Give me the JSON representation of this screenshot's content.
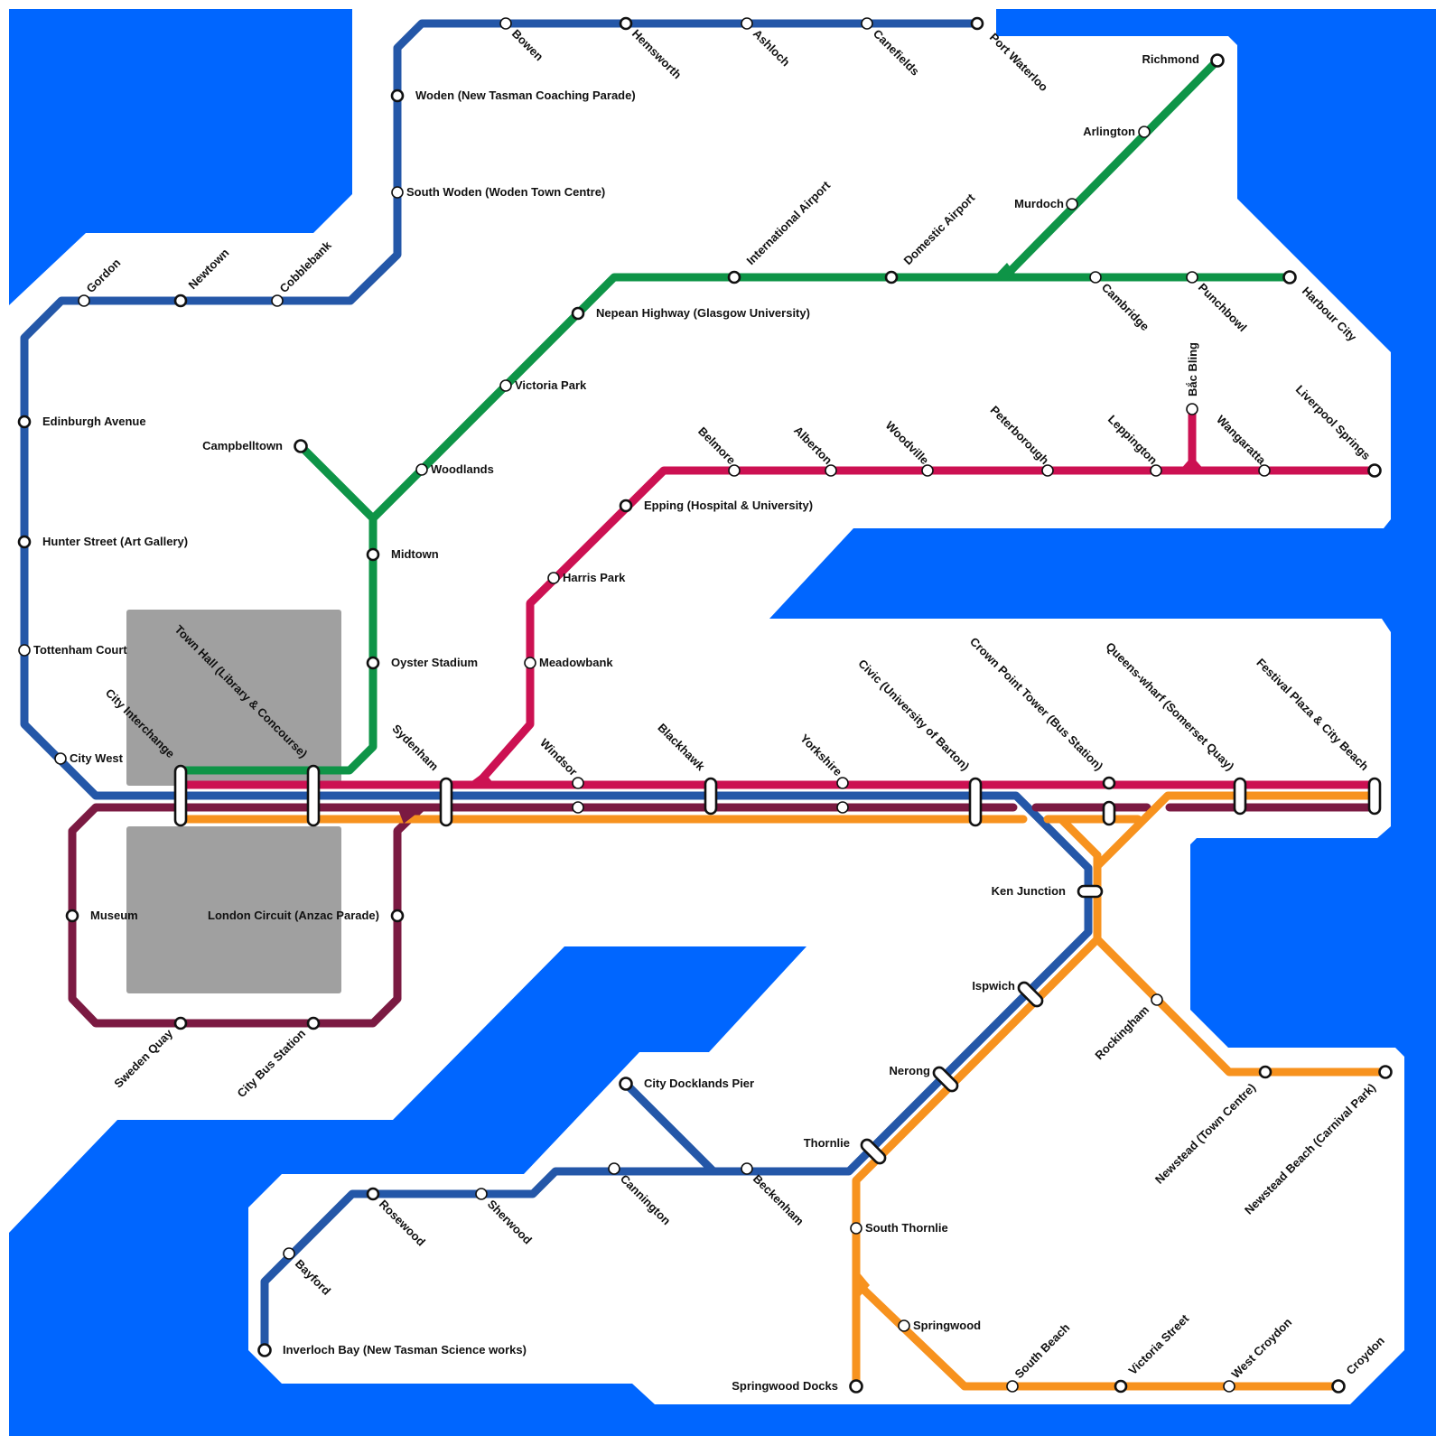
{
  "colors": {
    "water": "#0066ff",
    "land": "#ffffff",
    "district": "#a0a0a0",
    "blue_line": "#2457a8",
    "green_line": "#0e9447",
    "crimson_line": "#cc1152",
    "maroon_line": "#7b1a42",
    "orange_line": "#f7921e"
  },
  "lines": [
    {
      "id": "blue",
      "color_key": "blue_line"
    },
    {
      "id": "green",
      "color_key": "green_line"
    },
    {
      "id": "crimson",
      "color_key": "crimson_line"
    },
    {
      "id": "maroon",
      "color_key": "maroon_line"
    },
    {
      "id": "orange",
      "color_key": "orange_line"
    }
  ],
  "stations": {
    "bowen": "Bowen",
    "hemsworth": "Hemsworth",
    "ashloch": "Ashloch",
    "canefields": "Canefields",
    "port_waterloo": "Port Waterloo",
    "woden": "Woden (New Tasman Coaching Parade)",
    "south_woden": "South Woden (Woden Town Centre)",
    "gordon": "Gordon",
    "newtown": "Newtown",
    "cobblebank": "Cobblebank",
    "edinburgh_avenue": "Edinburgh Avenue",
    "hunter_street": "Hunter Street (Art Gallery)",
    "tottenham_court": "Tottenham Court",
    "city_west": "City West",
    "richmond": "Richmond",
    "arlington": "Arlington",
    "murdoch": "Murdoch",
    "international_airport": "International Airport",
    "domestic_airport": "Domestic Airport",
    "cambridge": "Cambridge",
    "punchbowl": "Punchbowl",
    "harbour_city": "Harbour City",
    "nepean_highway": "Nepean Highway (Glasgow University)",
    "victoria_park": "Victoria Park",
    "woodlands": "Woodlands",
    "campbelltown": "Campbelltown",
    "midtown": "Midtown",
    "oyster_stadium": "Oyster Stadium",
    "bac_bling": "Bắc Bling",
    "belmore": "Belmore",
    "alberton": "Alberton",
    "woodville": "Woodville",
    "peterborough": "Peterborough",
    "leppington": "Leppington",
    "wangaratta": "Wangaratta",
    "liverpool_springs": "Liverpool Springs",
    "epping": "Epping (Hospital & University)",
    "harris_park": "Harris Park",
    "meadowbank": "Meadowbank",
    "town_hall": "Town Hall (Library & Concourse)",
    "city_interchange": "City Interchange",
    "sydenham": "Sydenham",
    "windsor": "Windsor",
    "blackhawk": "Blackhawk",
    "yorkshire": "Yorkshire",
    "civic": "Civic (University of Barton)",
    "crown_point": "Crown Point Tower (Bus Station)",
    "queens_wharf": "Queens-wharf (Somerset Quay)",
    "festival_plaza": "Festival Plaza & City Beach",
    "museum": "Museum",
    "london_circuit": "London Circuit (Anzac Parade)",
    "sweden_quay": "Sweden Quay",
    "city_bus_station": "City Bus Station",
    "ken_junction": "Ken Junction",
    "ispwich": "Ispwich",
    "rockingham": "Rockingham",
    "nerong": "Nerong",
    "newstead_town_centre": "Newstead (Town Centre)",
    "newstead_beach": "Newstead Beach (Carnival Park)",
    "city_docklands_pier": "City Docklands Pier",
    "thornlie": "Thornlie",
    "cannington": "Cannington",
    "beckenham": "Beckenham",
    "south_thornlie": "South Thornlie",
    "springwood": "Springwood",
    "springwood_docks": "Springwood Docks",
    "south_beach": "South Beach",
    "victoria_street": "Victoria Street",
    "west_croydon": "West Croydon",
    "croydon": "Croydon",
    "rosewood": "Rosewood",
    "sherwood": "Sherwood",
    "bayford": "Bayford",
    "inverloch_bay": "Inverloch Bay (New Tasman Science works)"
  }
}
